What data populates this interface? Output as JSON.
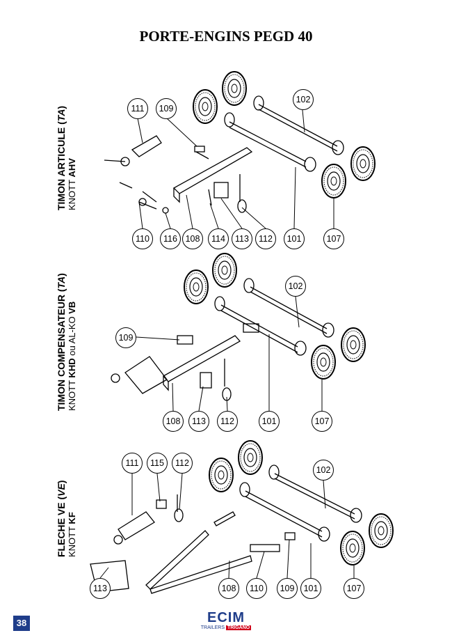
{
  "title": "PORTE-ENGINS PEGD 40",
  "sections": [
    {
      "label_line1_prefix": "TIMON ARTICULE (",
      "label_line1_code": "TA",
      "label_line1_suffix": ")",
      "label_line2_prefix": "KNOTT ",
      "label_line2_bold": "AHV",
      "parts": [
        "111",
        "109",
        "102",
        "110",
        "116",
        "108",
        "114",
        "113",
        "112",
        "101",
        "107"
      ]
    },
    {
      "label_line1_prefix": "TIMON COMPENSATEUR (",
      "label_line1_code": "TA",
      "label_line1_suffix": ")",
      "label_line2_prefix": "KNOTT ",
      "label_line2_bold": "KHD",
      "label_line2_mid": " ou AL-KO ",
      "label_line2_bold2": "VB",
      "parts": [
        "102",
        "109",
        "108",
        "113",
        "112",
        "101",
        "107"
      ]
    },
    {
      "label_line1_prefix": "FLECHE VE (",
      "label_line1_code": "VE",
      "label_line1_suffix": ")",
      "label_line2_prefix": "KNOTT ",
      "label_line2_bold": "KF",
      "parts": [
        "111",
        "115",
        "112",
        "102",
        "113",
        "108",
        "110",
        "109",
        "101",
        "107"
      ]
    }
  ],
  "page_number": "38",
  "logo": {
    "brand": "ECIM",
    "sub": "TRAILERS",
    "sub_brand": "TRIGANO"
  },
  "colors": {
    "accent_blue": "#1f3d8a",
    "trigano_red": "#d0021b"
  }
}
